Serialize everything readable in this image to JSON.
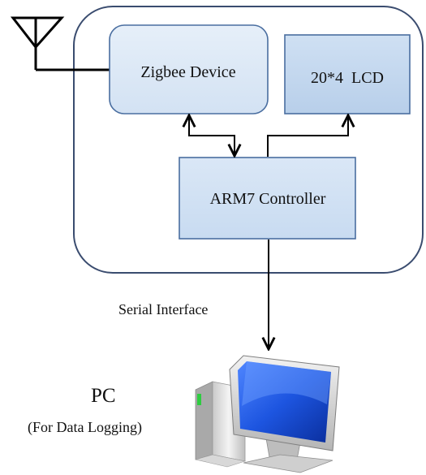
{
  "diagram": {
    "blocks": {
      "zigbee": "Zigbee Device",
      "lcd": "20*4  LCD",
      "arm": "ARM7 Controller"
    },
    "connection_label": "Serial Interface",
    "pc": {
      "title": "PC",
      "subtitle": "(For Data Logging)"
    },
    "icons": [
      "antenna-icon",
      "desktop-computer-icon"
    ],
    "colors": {
      "enclosure_stroke": "#3a4c6f",
      "zigbee_fill": "#d8e6f5",
      "lcd_fill": "#c3d7ee",
      "arm_fill": "#cfe0f3",
      "box_stroke": "#4a6ea0",
      "line": "#000000",
      "monitor_screen": "#1b4fd8"
    }
  }
}
